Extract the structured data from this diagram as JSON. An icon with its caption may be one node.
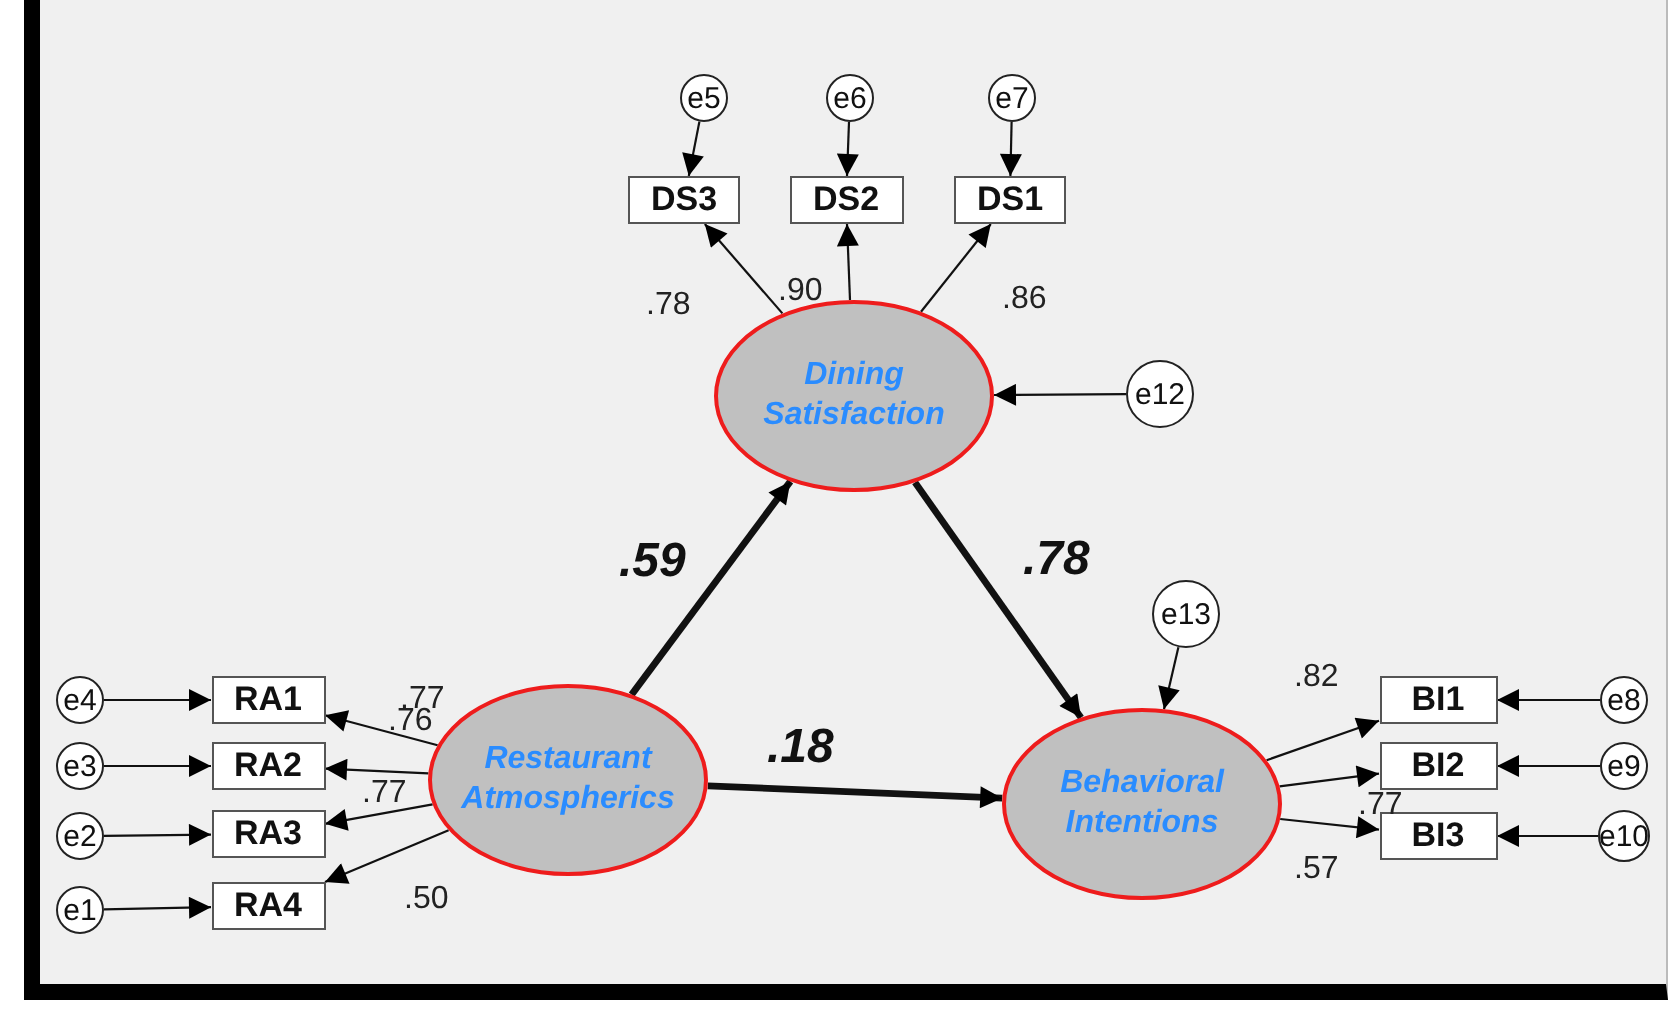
{
  "diagram": {
    "nodes": [
      {
        "text": [
          "e5"
        ]
      },
      {
        "text": [
          "e6"
        ]
      },
      {
        "text": [
          "e7"
        ]
      },
      {
        "text": [
          "DS3"
        ]
      },
      {
        "text": [
          "DS2"
        ]
      },
      {
        "text": [
          "DS1"
        ]
      },
      {
        "text": [
          "Dining Satisfaction"
        ]
      },
      {
        "text": [
          "e12"
        ]
      },
      {
        "text": [
          "e13"
        ]
      },
      {
        "text": [
          "e4"
        ]
      },
      {
        "text": [
          "RA1"
        ]
      },
      {
        "text": [
          "e3"
        ]
      },
      {
        "text": [
          "RA2"
        ]
      },
      {
        "text": [
          "e2"
        ]
      },
      {
        "text": [
          "RA3"
        ]
      },
      {
        "text": [
          "e1"
        ]
      },
      {
        "text": [
          "RA4"
        ]
      },
      {
        "text": [
          "Restaurant Atmospherics"
        ]
      },
      {
        "text": [
          "Behavioral Intentions"
        ]
      },
      {
        "text": [
          "BI1"
        ]
      },
      {
        "text": [
          "e8"
        ]
      },
      {
        "text": [
          "BI2"
        ]
      },
      {
        "text": [
          "e9"
        ]
      },
      {
        "text": [
          "BI3"
        ]
      },
      {
        "text": [
          "e10"
        ]
      }
    ],
    "edges": [
      {
        "from": 0,
        "to": 3,
        "arrow": "to"
      },
      {
        "from": 1,
        "to": 4,
        "arrow": "to"
      },
      {
        "from": 2,
        "to": 5,
        "arrow": "to"
      },
      {
        "from": 6,
        "to": 3,
        "arrow": "to",
        "label": ".78"
      },
      {
        "from": 6,
        "to": 4,
        "arrow": "to",
        "label": ".90"
      },
      {
        "from": 6,
        "to": 5,
        "arrow": "to",
        "label": ".86"
      },
      {
        "from": 7,
        "to": 6,
        "arrow": "to"
      },
      {
        "from": 8,
        "to": 18,
        "arrow": "to"
      },
      {
        "from": 9,
        "to": 10,
        "arrow": "to"
      },
      {
        "from": 11,
        "to": 12,
        "arrow": "to"
      },
      {
        "from": 13,
        "to": 14,
        "arrow": "to"
      },
      {
        "from": 15,
        "to": 16,
        "arrow": "to"
      },
      {
        "from": 17,
        "to": 10,
        "arrow": "to",
        "label": ".77"
      },
      {
        "from": 17,
        "to": 12,
        "arrow": "to",
        "label": ".76"
      },
      {
        "from": 17,
        "to": 14,
        "arrow": "to",
        "label": ".77"
      },
      {
        "from": 17,
        "to": 16,
        "arrow": "to",
        "label": ".50"
      },
      {
        "from": 17,
        "to": 6,
        "arrow": "to",
        "label": ".59",
        "style": "thick"
      },
      {
        "from": 17,
        "to": 18,
        "arrow": "to",
        "label": ".18",
        "style": "thick"
      },
      {
        "from": 6,
        "to": 18,
        "arrow": "to",
        "label": ".78",
        "style": "thick"
      },
      {
        "from": 18,
        "to": 19,
        "arrow": "to",
        "label": ".82"
      },
      {
        "from": 18,
        "to": 21,
        "arrow": "to",
        "label": ".77"
      },
      {
        "from": 18,
        "to": 23,
        "arrow": "to",
        "label": ".57"
      },
      {
        "from": 20,
        "to": 19,
        "arrow": "to"
      },
      {
        "from": 22,
        "to": 21,
        "arrow": "to"
      },
      {
        "from": 24,
        "to": 23,
        "arrow": "to"
      }
    ]
  }
}
